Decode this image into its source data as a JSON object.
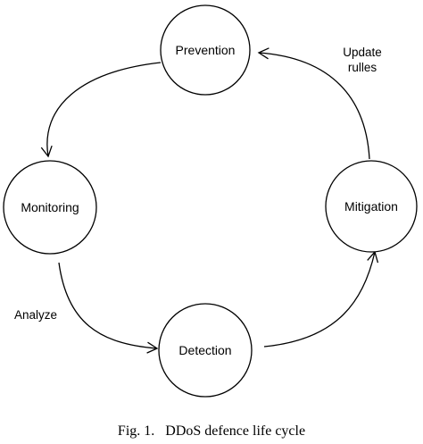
{
  "diagram": {
    "nodes": [
      {
        "id": "prevention",
        "label": "Prevention"
      },
      {
        "id": "monitoring",
        "label": "Monitoring"
      },
      {
        "id": "detection",
        "label": "Detection"
      },
      {
        "id": "mitigation",
        "label": "Mitigation"
      }
    ],
    "edges": [
      {
        "from": "prevention",
        "to": "monitoring",
        "label": ""
      },
      {
        "from": "monitoring",
        "to": "detection",
        "label": "Analyze"
      },
      {
        "from": "detection",
        "to": "mitigation",
        "label": ""
      },
      {
        "from": "mitigation",
        "to": "prevention",
        "label_line1": "Update",
        "label_line2": "rulles"
      }
    ]
  },
  "caption": "Fig. 1.   DDoS defence life cycle"
}
